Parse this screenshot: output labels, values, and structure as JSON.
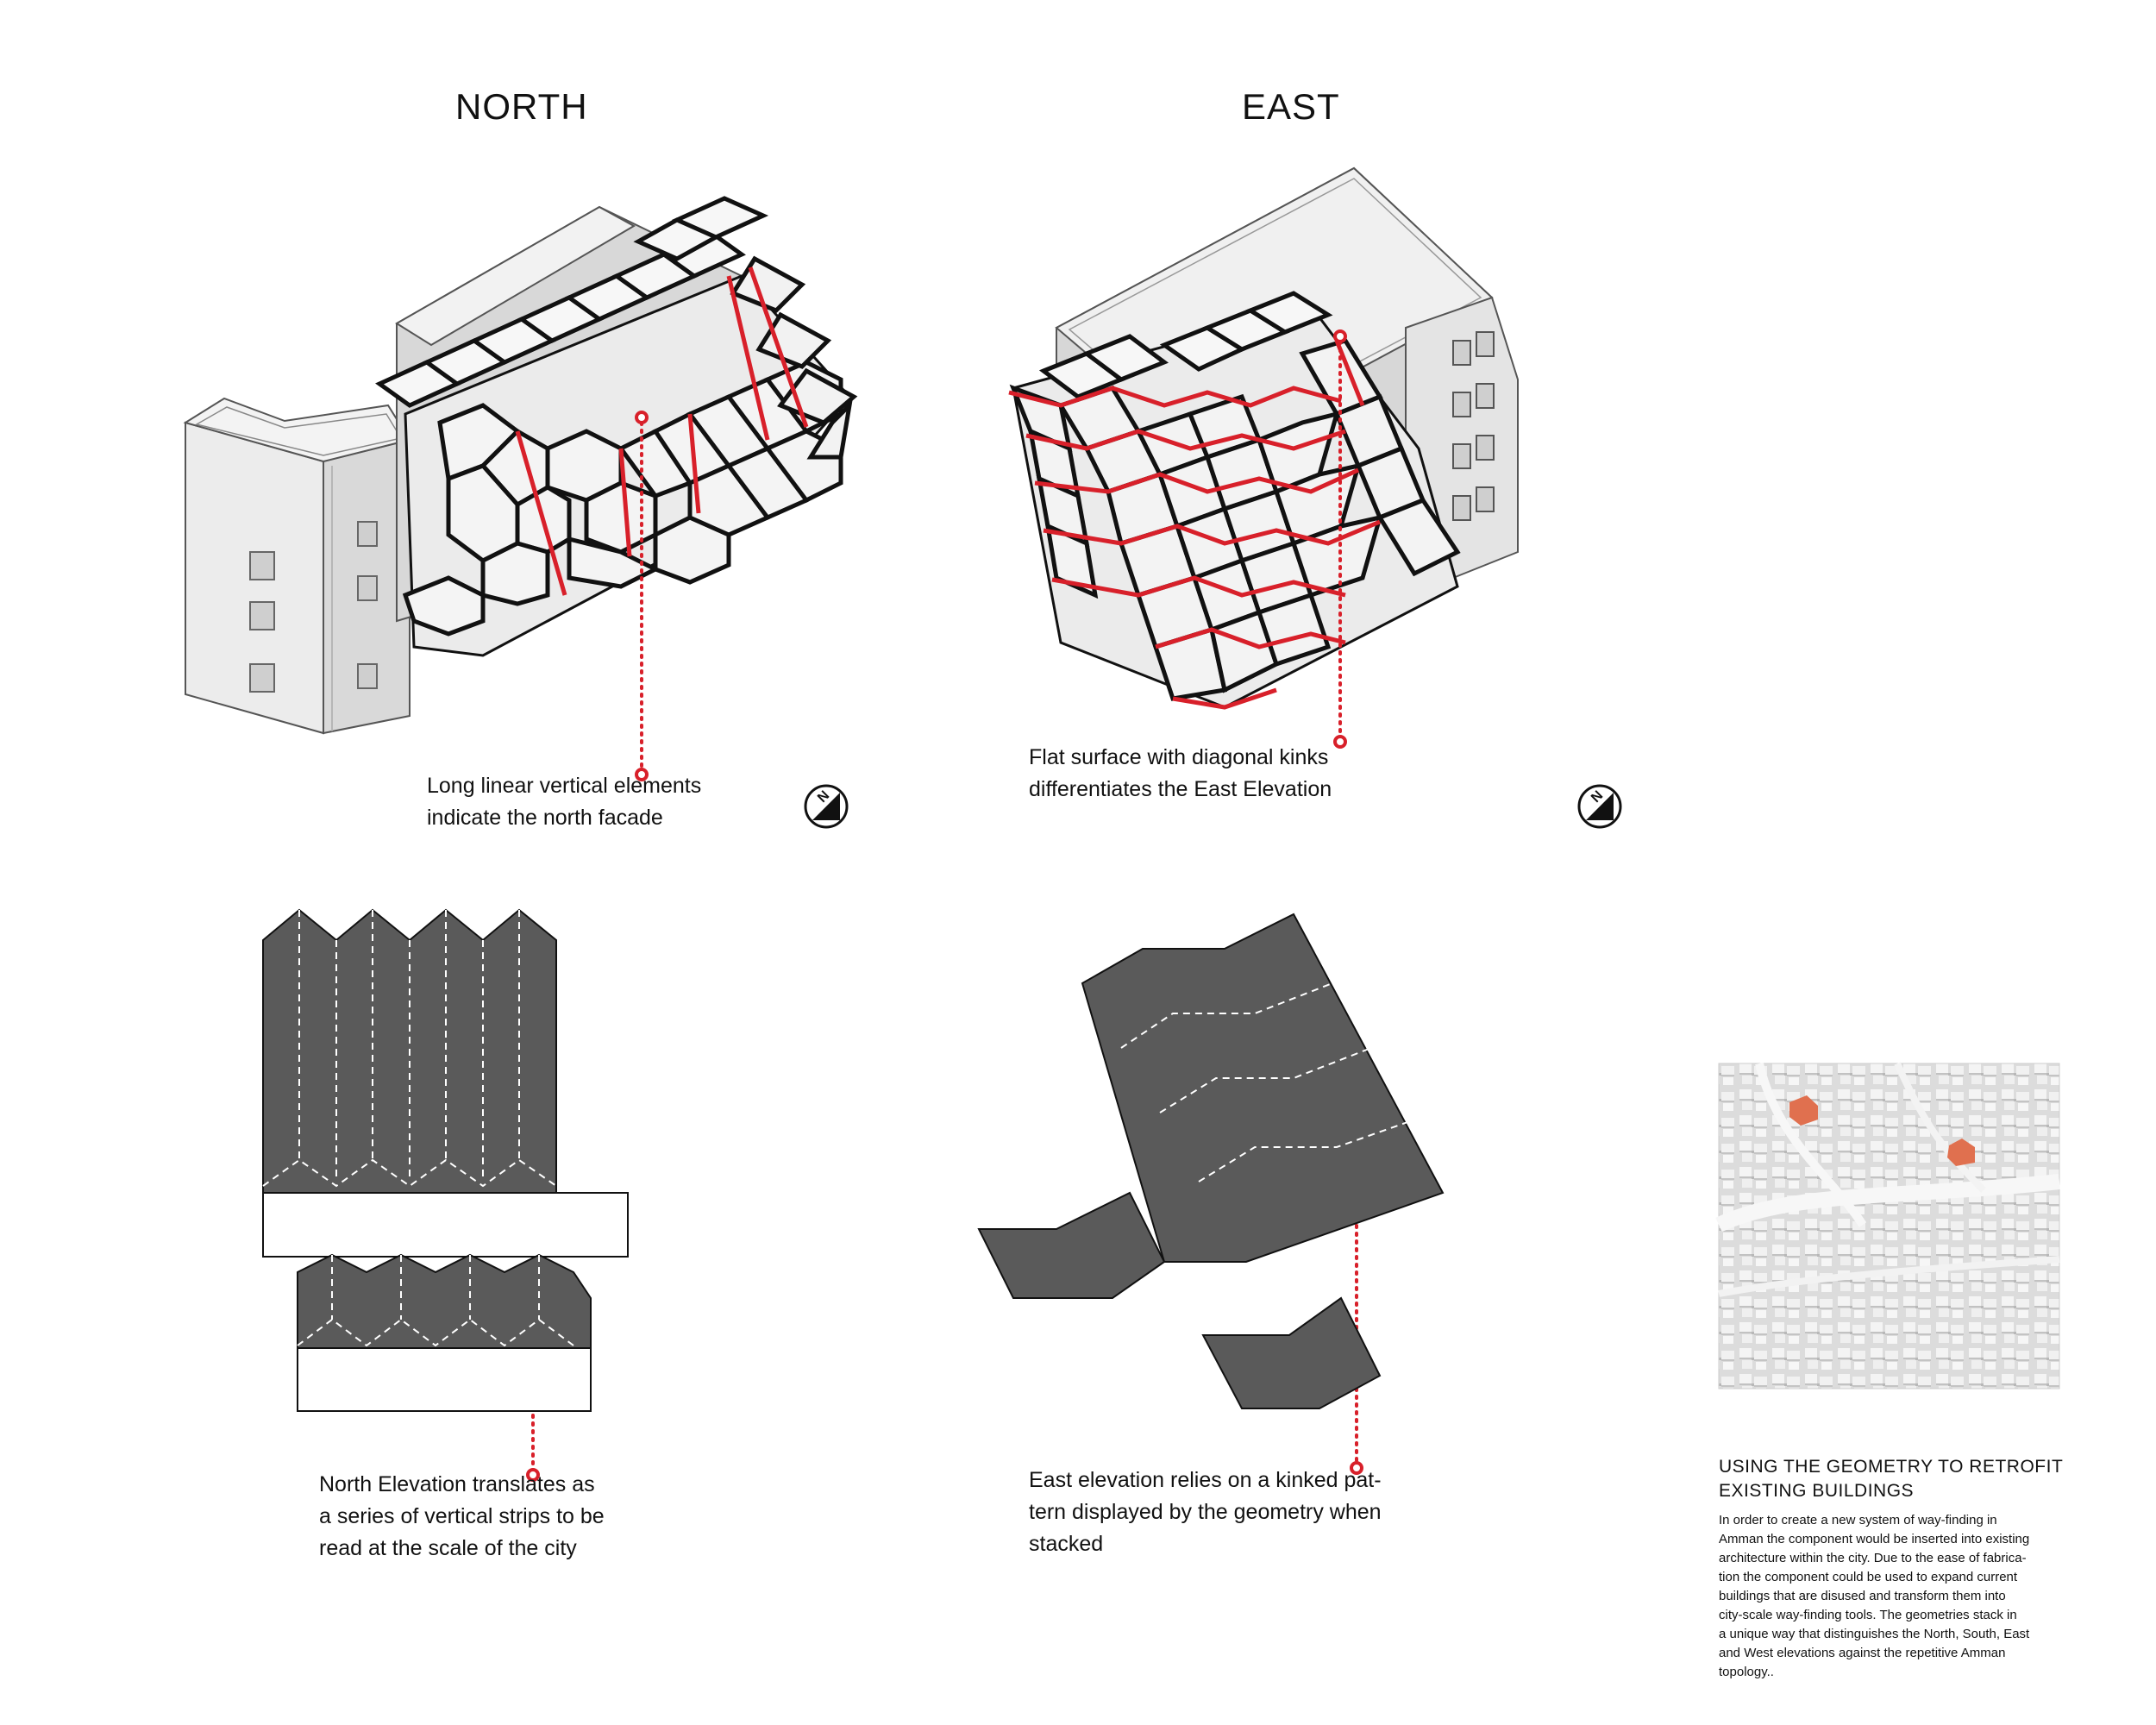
{
  "titles": {
    "north": "NORTH",
    "east": "EAST"
  },
  "captions": {
    "north_top": [
      "Long linear vertical elements",
      "indicate the north facade"
    ],
    "east_top": [
      "Flat surface with diagonal kinks",
      "differentiates the East Elevation"
    ],
    "north_bottom": [
      "North Elevation translates as",
      "a series of vertical strips to be",
      "read at the scale of the city"
    ],
    "east_bottom": [
      "East elevation relies on a kinked pat-",
      "tern displayed by the geometry when",
      "stacked"
    ]
  },
  "sidebar": {
    "title": [
      "USING THE GEOMETRY TO RETROFIT",
      "EXISTING BUILDINGS"
    ],
    "body": [
      "In order to create a new system of way-finding in",
      "Amman the component would be inserted into existing",
      "architecture within the city. Due to the ease of fabrica-",
      "tion the component could be used to expand current",
      "buildings that are disused and transform them into",
      "city-scale way-finding tools. The geometries stack in",
      "a unique way that distinguishes the North, South, East",
      "and West elevations against the repetitive Amman",
      "topology.."
    ]
  },
  "icons": {
    "north_arrow_1": "north-arrow-icon",
    "north_arrow_2": "north-arrow-icon",
    "site_map": "aerial-massing-map"
  },
  "colors": {
    "accent_red": "#d8202a",
    "panel_dark": "#5a5a5a",
    "massing_light": "#e2e2e2",
    "highlight_building": "#e0704f"
  }
}
